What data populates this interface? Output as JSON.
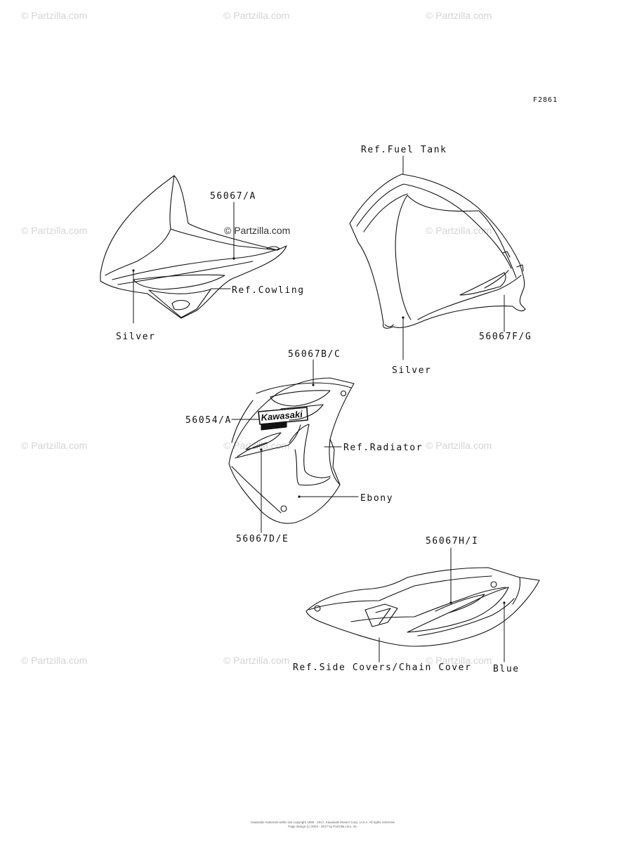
{
  "figure_id": "F2861",
  "watermark_text": "© Partzilla.com",
  "brand_mark": "© Partzilla.com",
  "callouts": {
    "fuel_tank_ref": "Ref.Fuel Tank",
    "cowling_decal": "56067/A",
    "cowling_ref": "Ref.Cowling",
    "cowling_color": "Silver",
    "tank_decal": "56067F/G",
    "tank_color": "Silver",
    "shroud_upper_decal": "56067B/C",
    "emblem": "56054/A",
    "radiator_ref": "Ref.Radiator",
    "shroud_color": "Ebony",
    "shroud_lower_decal": "56067D/E",
    "side_cover_decal": "56067H/I",
    "side_cover_ref": "Ref.Side Covers/Chain Cover",
    "side_cover_color": "Blue"
  },
  "emblem_text": "Kawasaki",
  "footer": {
    "line1": "Kawasaki materials within are copyright 1995 - 2017, Kawasaki Motors Corp. U.S.A. All rights reserved.",
    "line2": "Page design (c) 2003 - 2017 by Partzilla.com, Inc."
  }
}
